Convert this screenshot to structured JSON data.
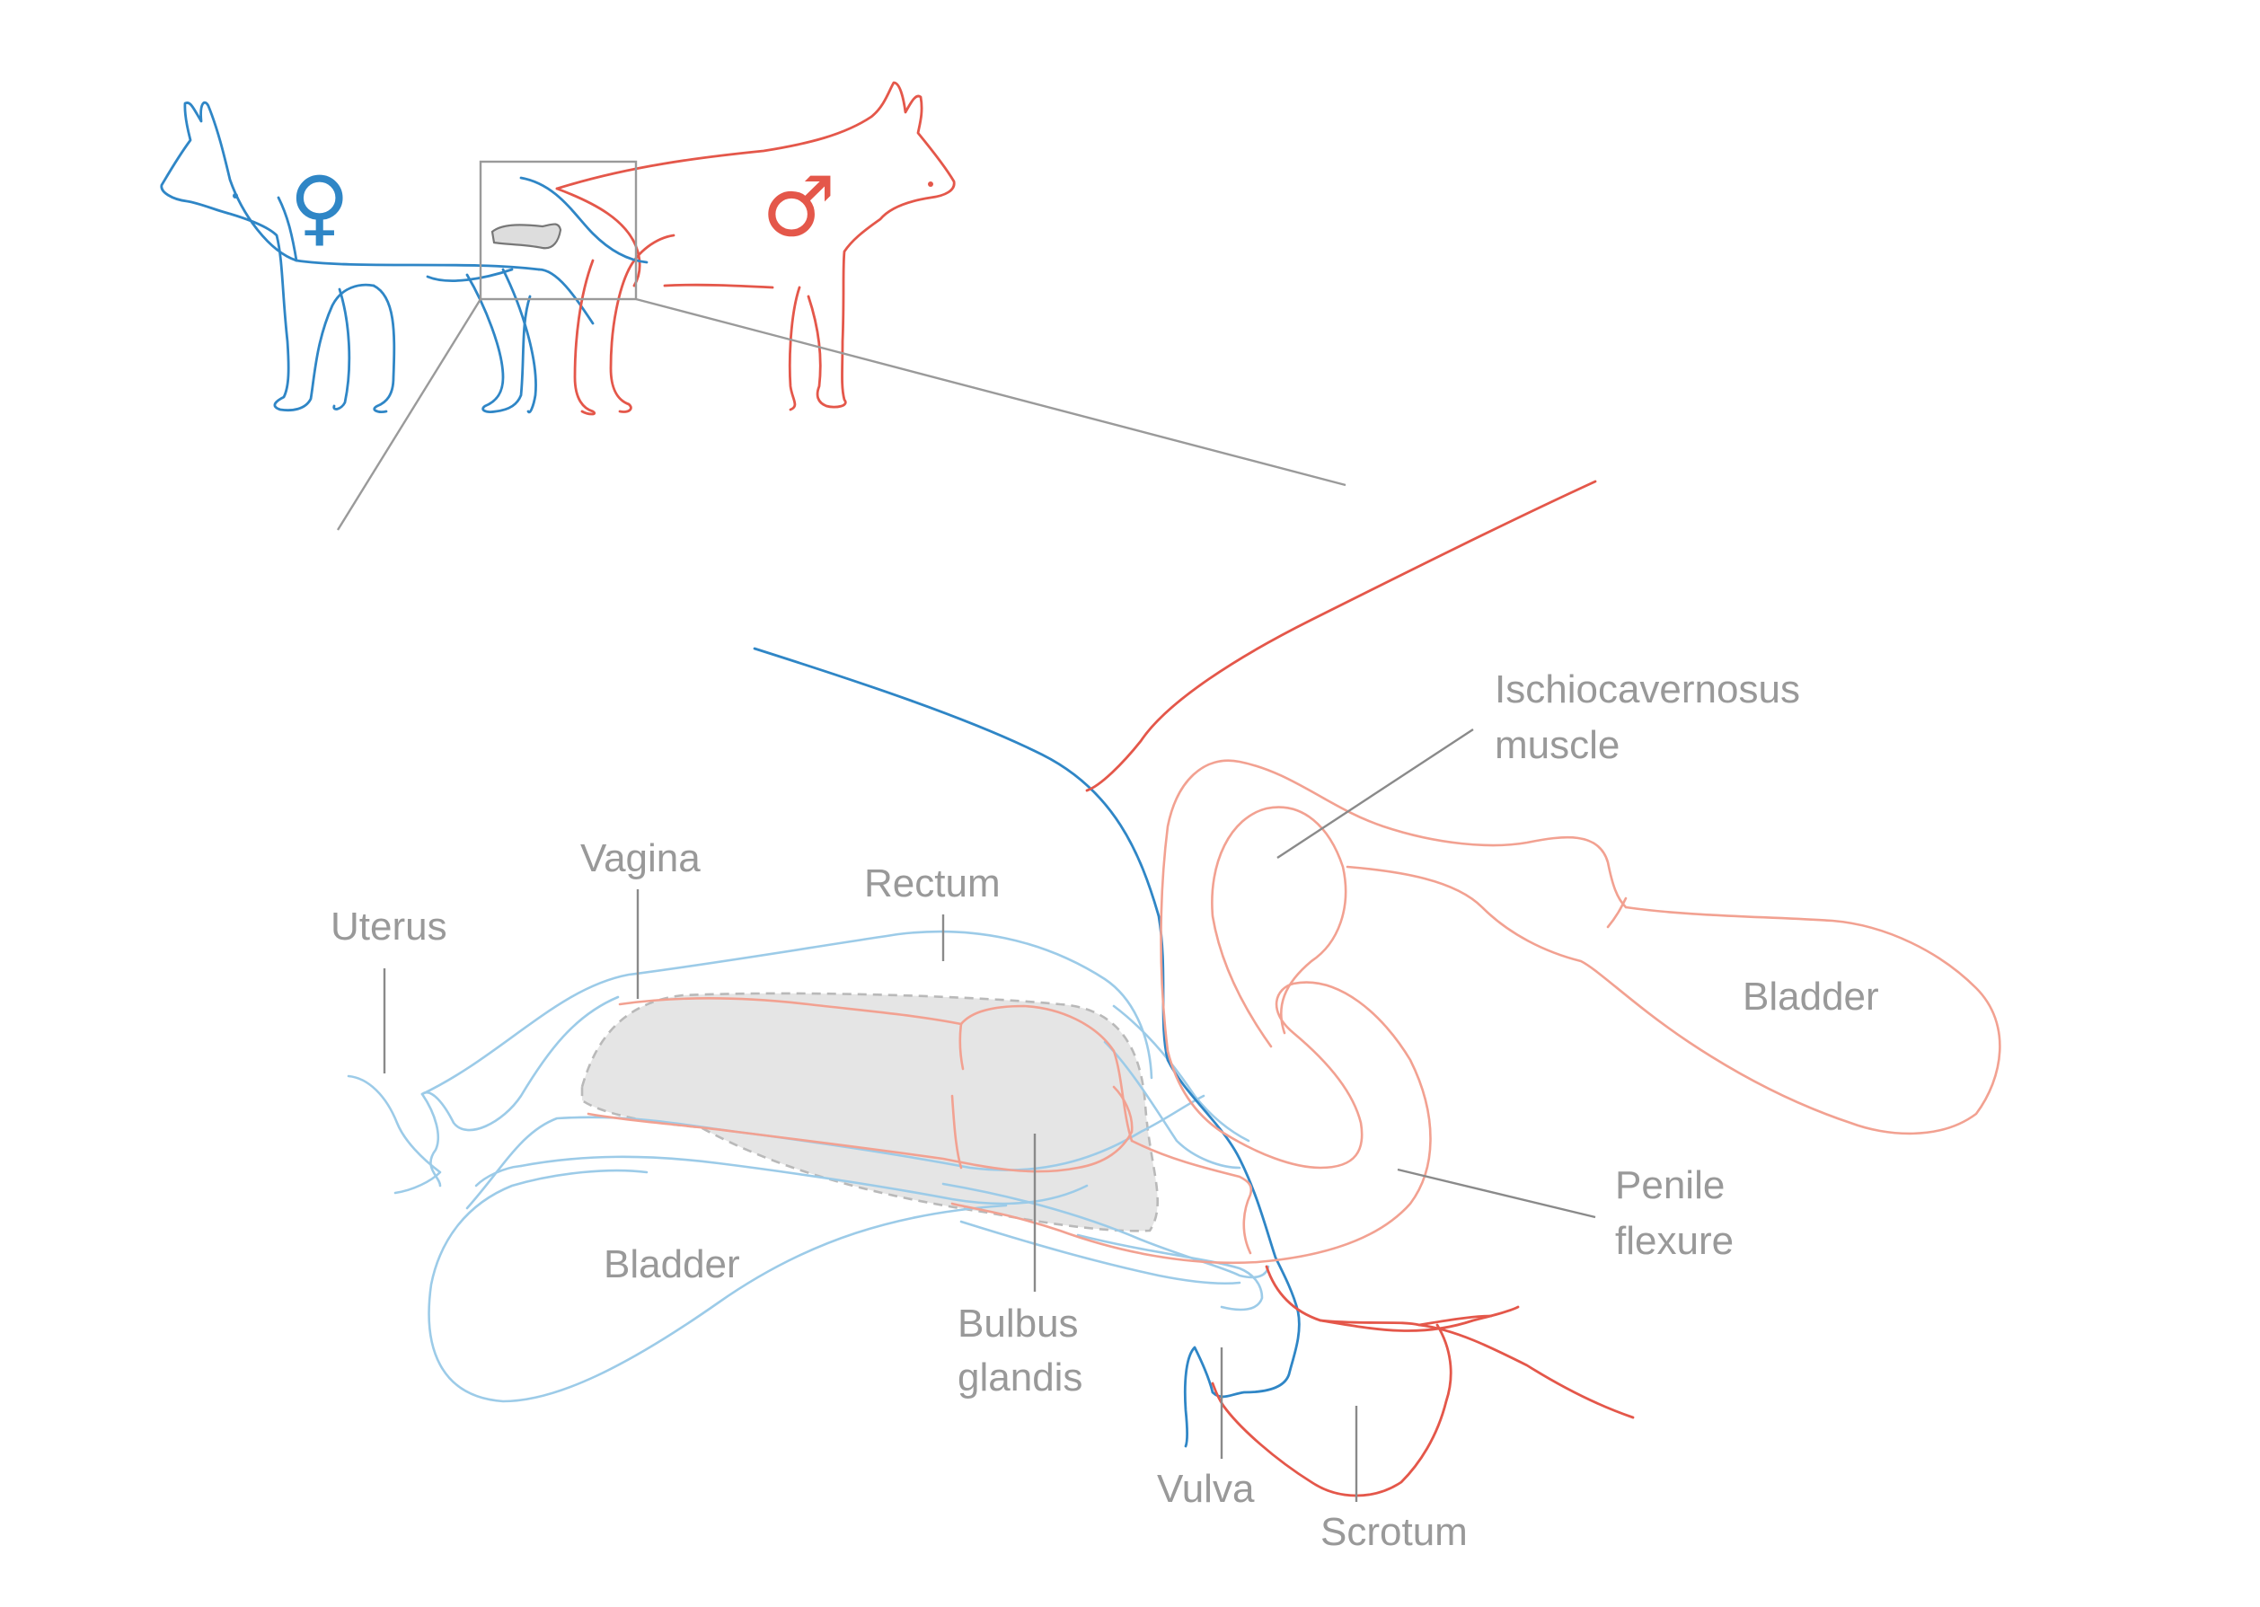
{
  "labels": {
    "uterus": "Uterus",
    "vagina": "Vagina",
    "rectum": "Rectum",
    "bladder_female": "Bladder",
    "bulbus_line1": "Bulbus",
    "bulbus_line2": "glandis",
    "vulva": "Vulva",
    "scrotum": "Scrotum",
    "ischio_line1": "Ischiocavernosus",
    "ischio_line2": "muscle",
    "bladder_male": "Bladder",
    "penile_line1": "Penile",
    "penile_line2": "flexure"
  },
  "symbols": {
    "female": "♀",
    "male": "♂"
  },
  "colors": {
    "female_dark": "#2f86c6",
    "female_light": "#9ccbe8",
    "male_dark": "#e4574a",
    "male_light": "#f2a191",
    "label_gray": "#999999",
    "bulbus_fill": "#e5e5e5"
  }
}
